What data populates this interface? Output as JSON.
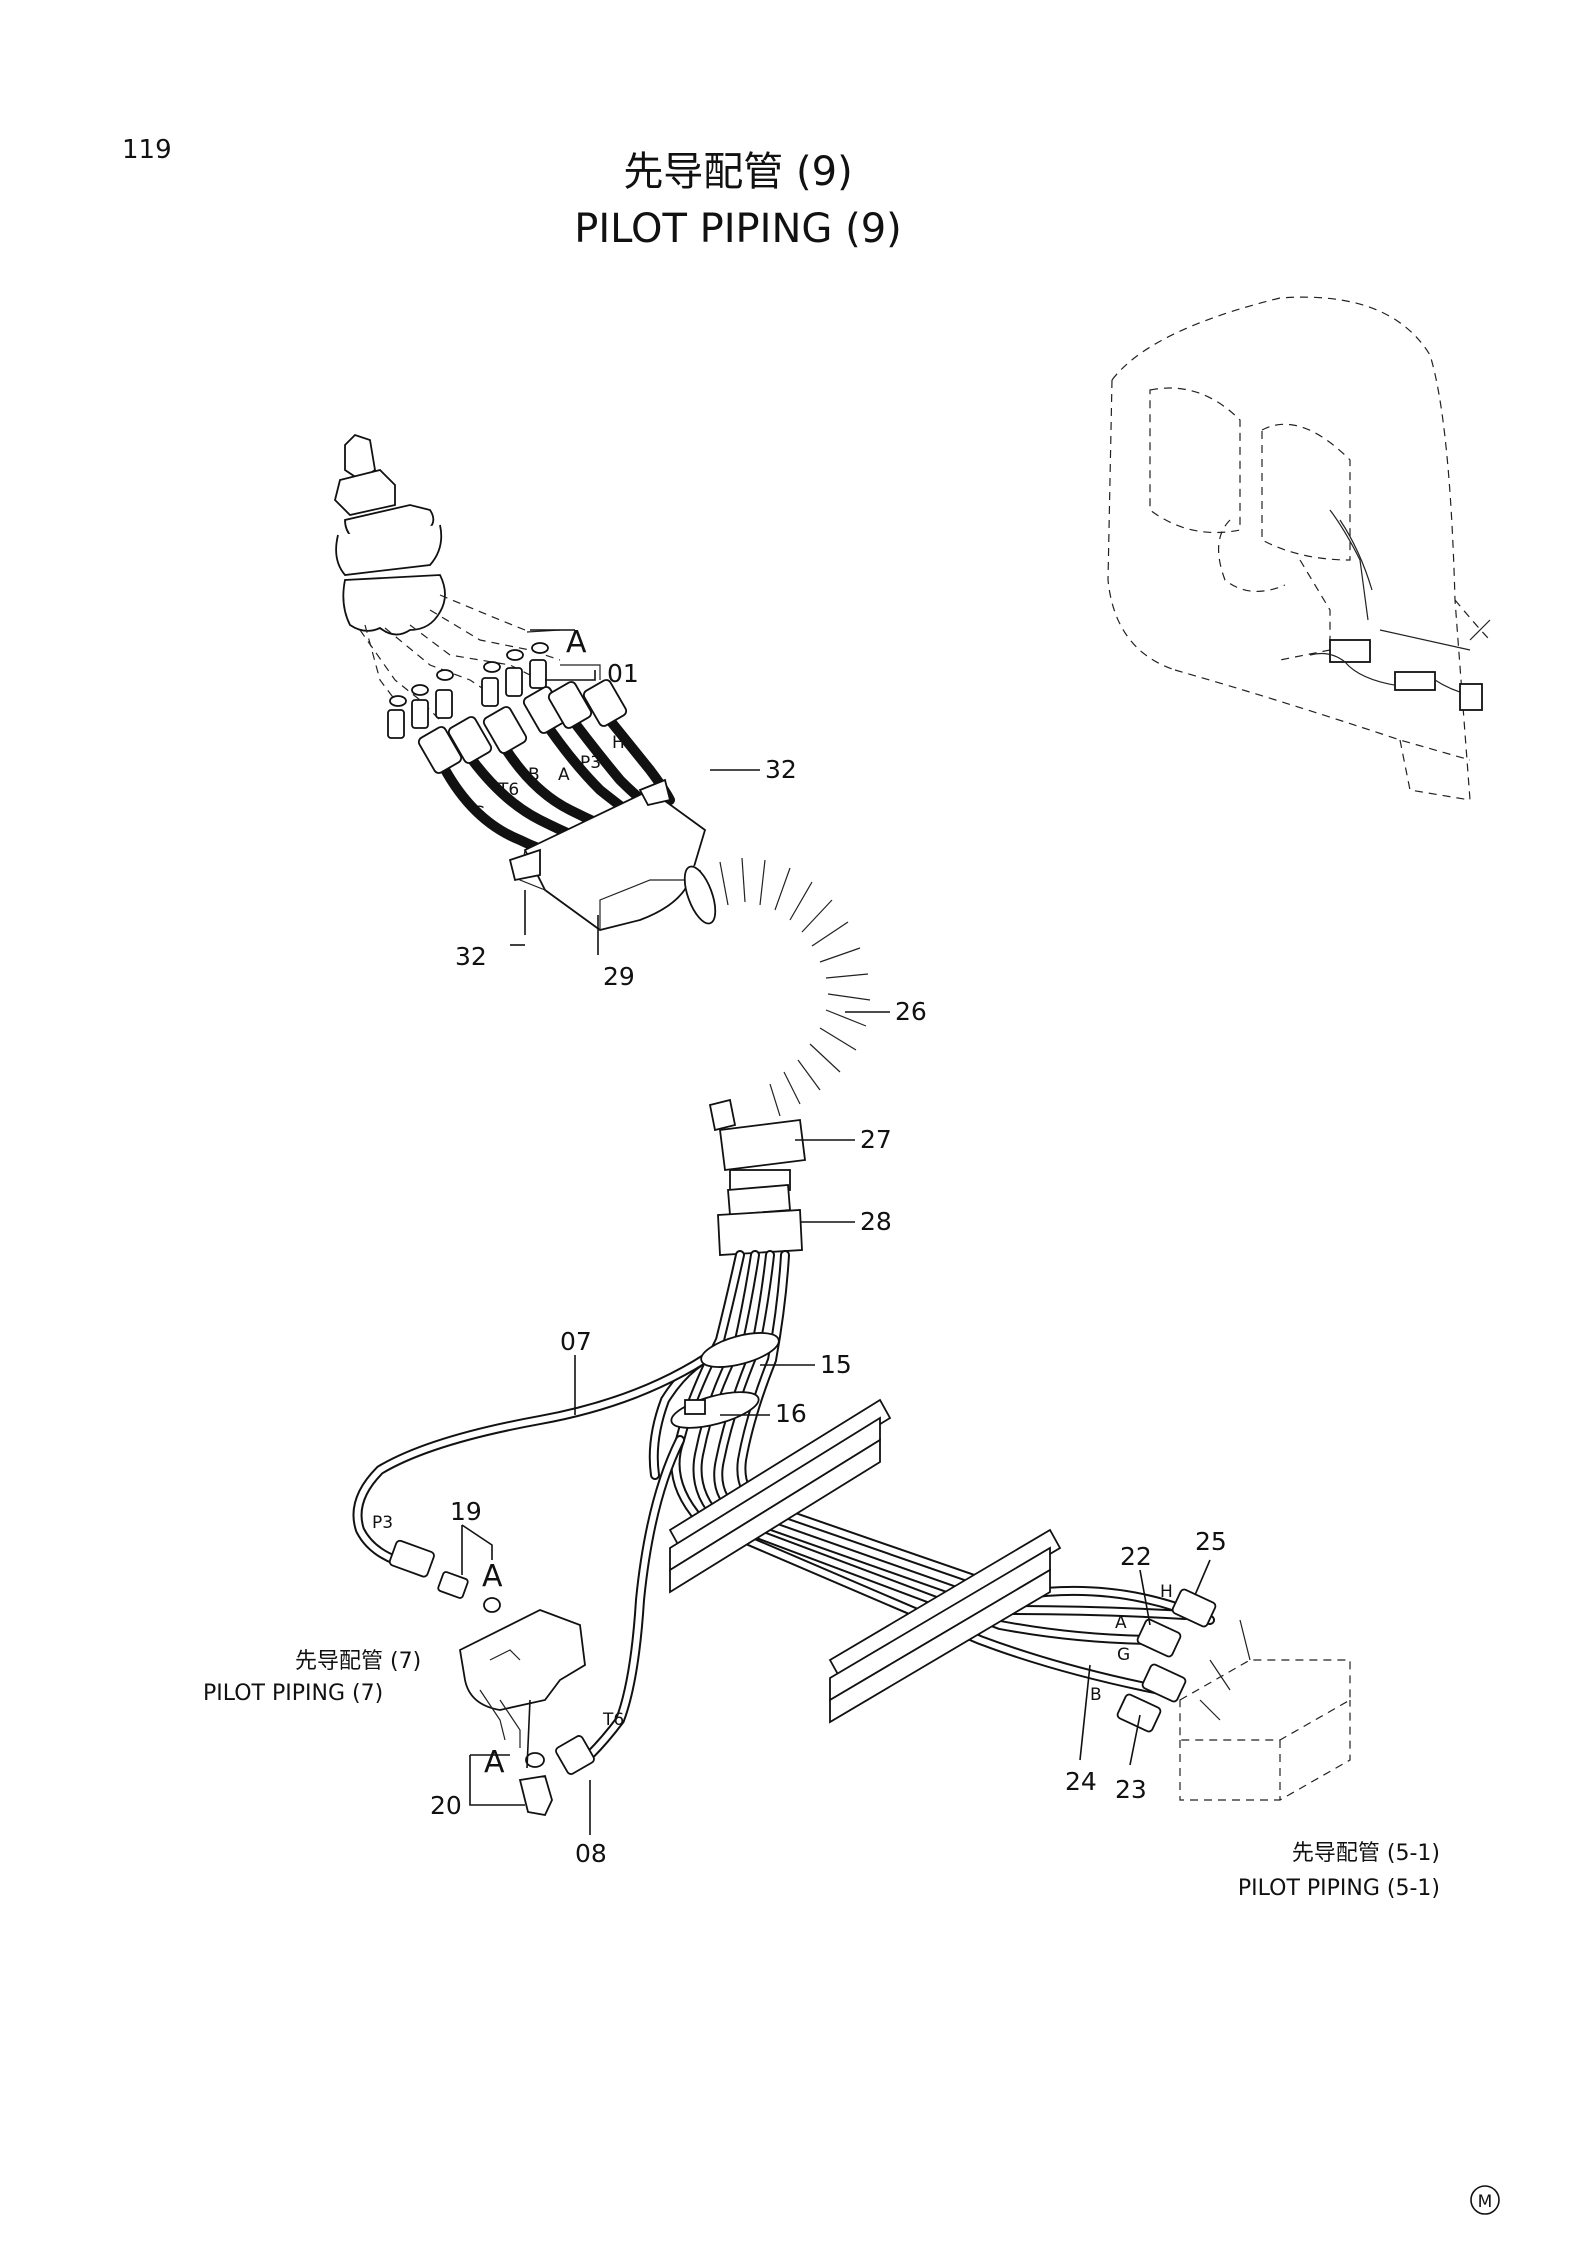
{
  "page_number": "119",
  "title_cn": "先导配管 (9)",
  "title_en": "PILOT PIPING (9)",
  "callouts": {
    "c01": "01",
    "c32a": "32",
    "c32b": "32",
    "c29": "29",
    "c26": "26",
    "c27": "27",
    "c28": "28",
    "c07": "07",
    "c15": "15",
    "c16": "16",
    "c19": "19",
    "c20": "20",
    "c08": "08",
    "c22": "22",
    "c25": "25",
    "c24": "24",
    "c23": "23"
  },
  "ref_a": "A",
  "port_labels": {
    "h_top": "H",
    "p3_top": "P3",
    "t6_top": "T6",
    "b_top": "B",
    "a_top": "A",
    "g_top": "G",
    "p3_low": "P3",
    "t6_low": "T6",
    "h_low": "H",
    "a_low": "A",
    "g_low": "G",
    "b_low": "B"
  },
  "refs": {
    "ref7_cn": "先导配管 (7)",
    "ref7_en": "PILOT PIPING (7)",
    "ref51_cn": "先导配管 (5-1)",
    "ref51_en": "PILOT PIPING (5-1)"
  },
  "footer_mark": "M"
}
